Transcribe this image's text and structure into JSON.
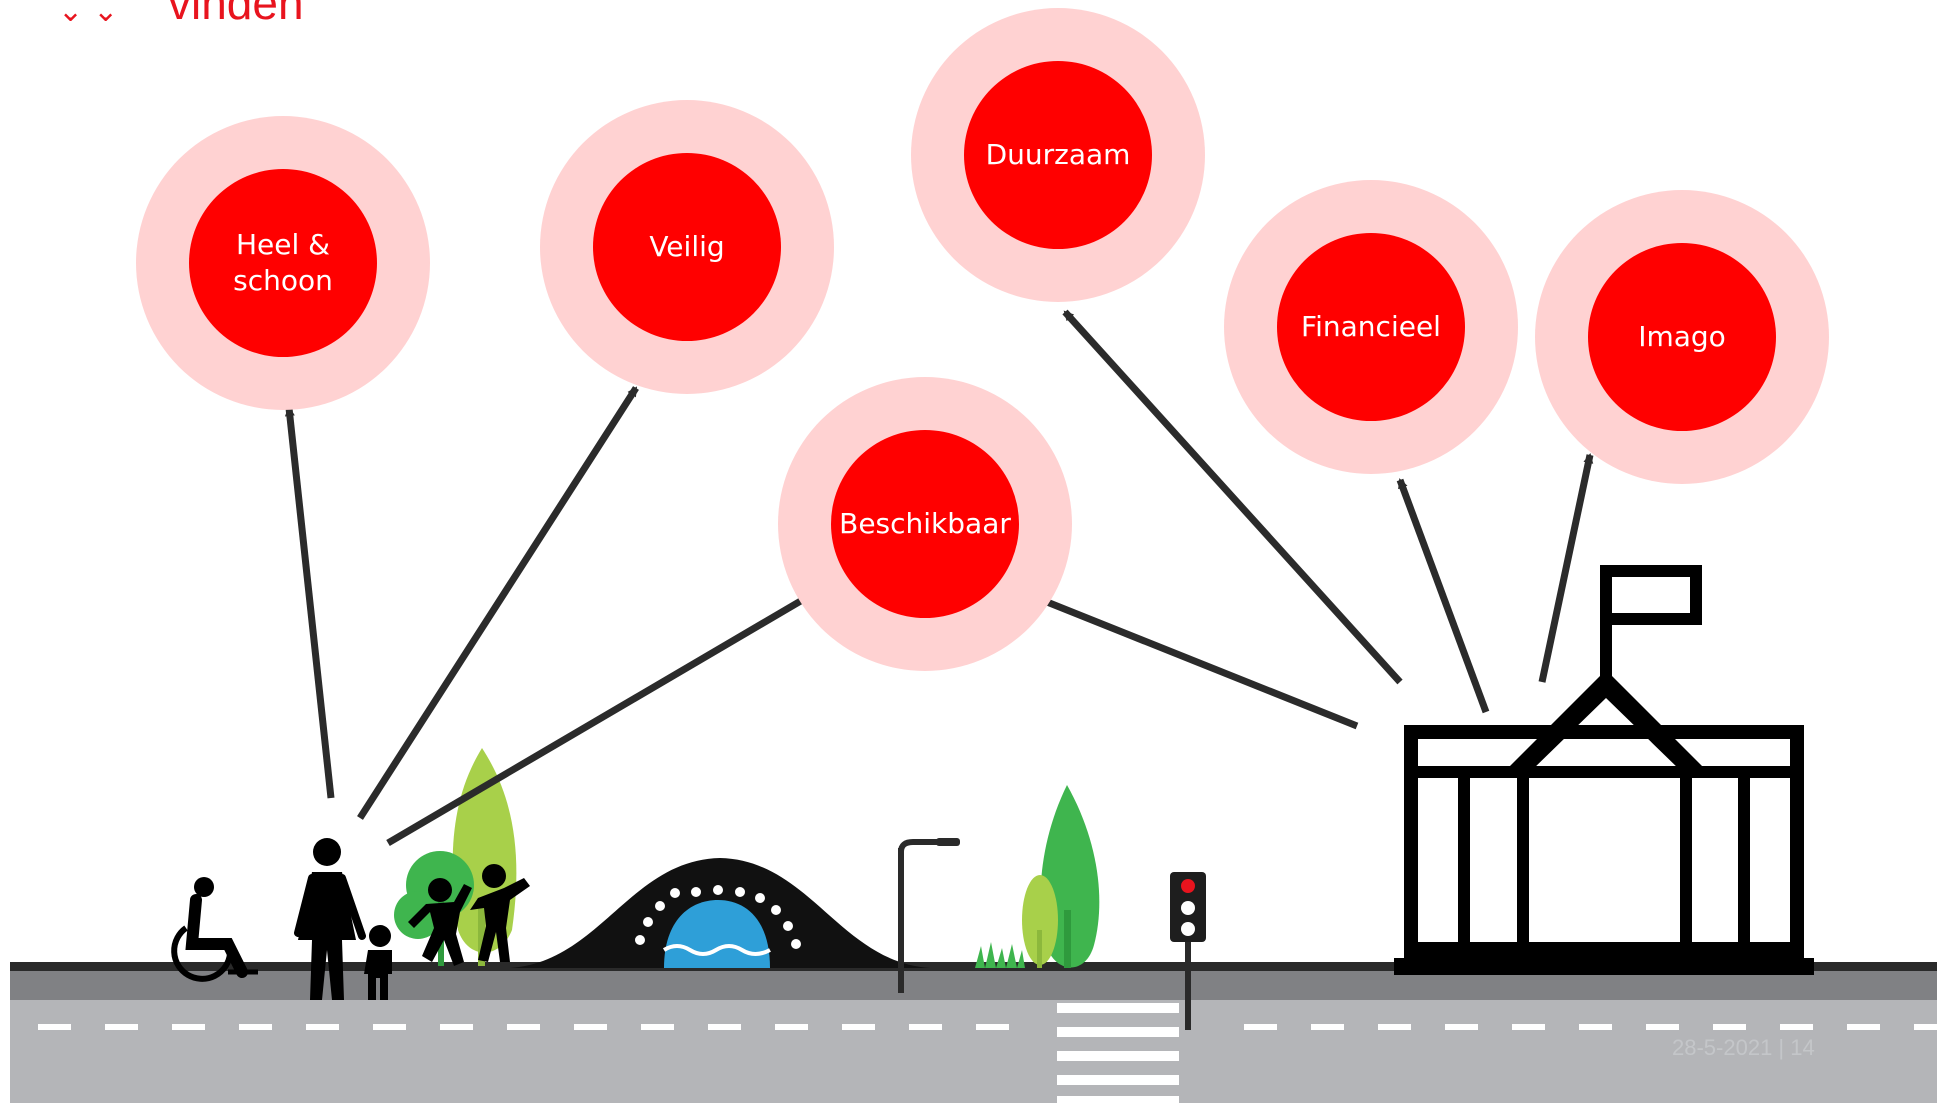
{
  "title": "vinden",
  "title_mark": "⌄⌄",
  "colors": {
    "brand_red": "#e8141e",
    "node_core": "#ff0000",
    "node_halo": "#ffd2d2",
    "road": "#b4b5b8",
    "sidewalk": "#808184",
    "ink": "#000000",
    "arrow": "#2b2b2b",
    "tree_dark": "#3fb54e",
    "tree_light": "#a8d04a",
    "water": "#2e9fd8"
  },
  "nodes": [
    {
      "id": "heel",
      "lines": [
        "Heel &",
        "schoon"
      ]
    },
    {
      "id": "veilig",
      "lines": [
        "Veilig"
      ]
    },
    {
      "id": "duurzaam",
      "lines": [
        "Duurzaam"
      ]
    },
    {
      "id": "financieel",
      "lines": [
        "Financieel"
      ]
    },
    {
      "id": "imago",
      "lines": [
        "Imago"
      ]
    },
    {
      "id": "beschikbaar",
      "lines": [
        "Beschikbaar"
      ]
    }
  ],
  "icons": {
    "people": "people-group-icon",
    "wheelchair": "wheelchair-user-icon",
    "bridge": "bridge-icon",
    "lamp": "street-lamp-icon",
    "traffic_light": "traffic-light-icon",
    "building": "town-hall-icon",
    "trees": "tree-icon"
  },
  "footer": "28-5-2021 | 14"
}
